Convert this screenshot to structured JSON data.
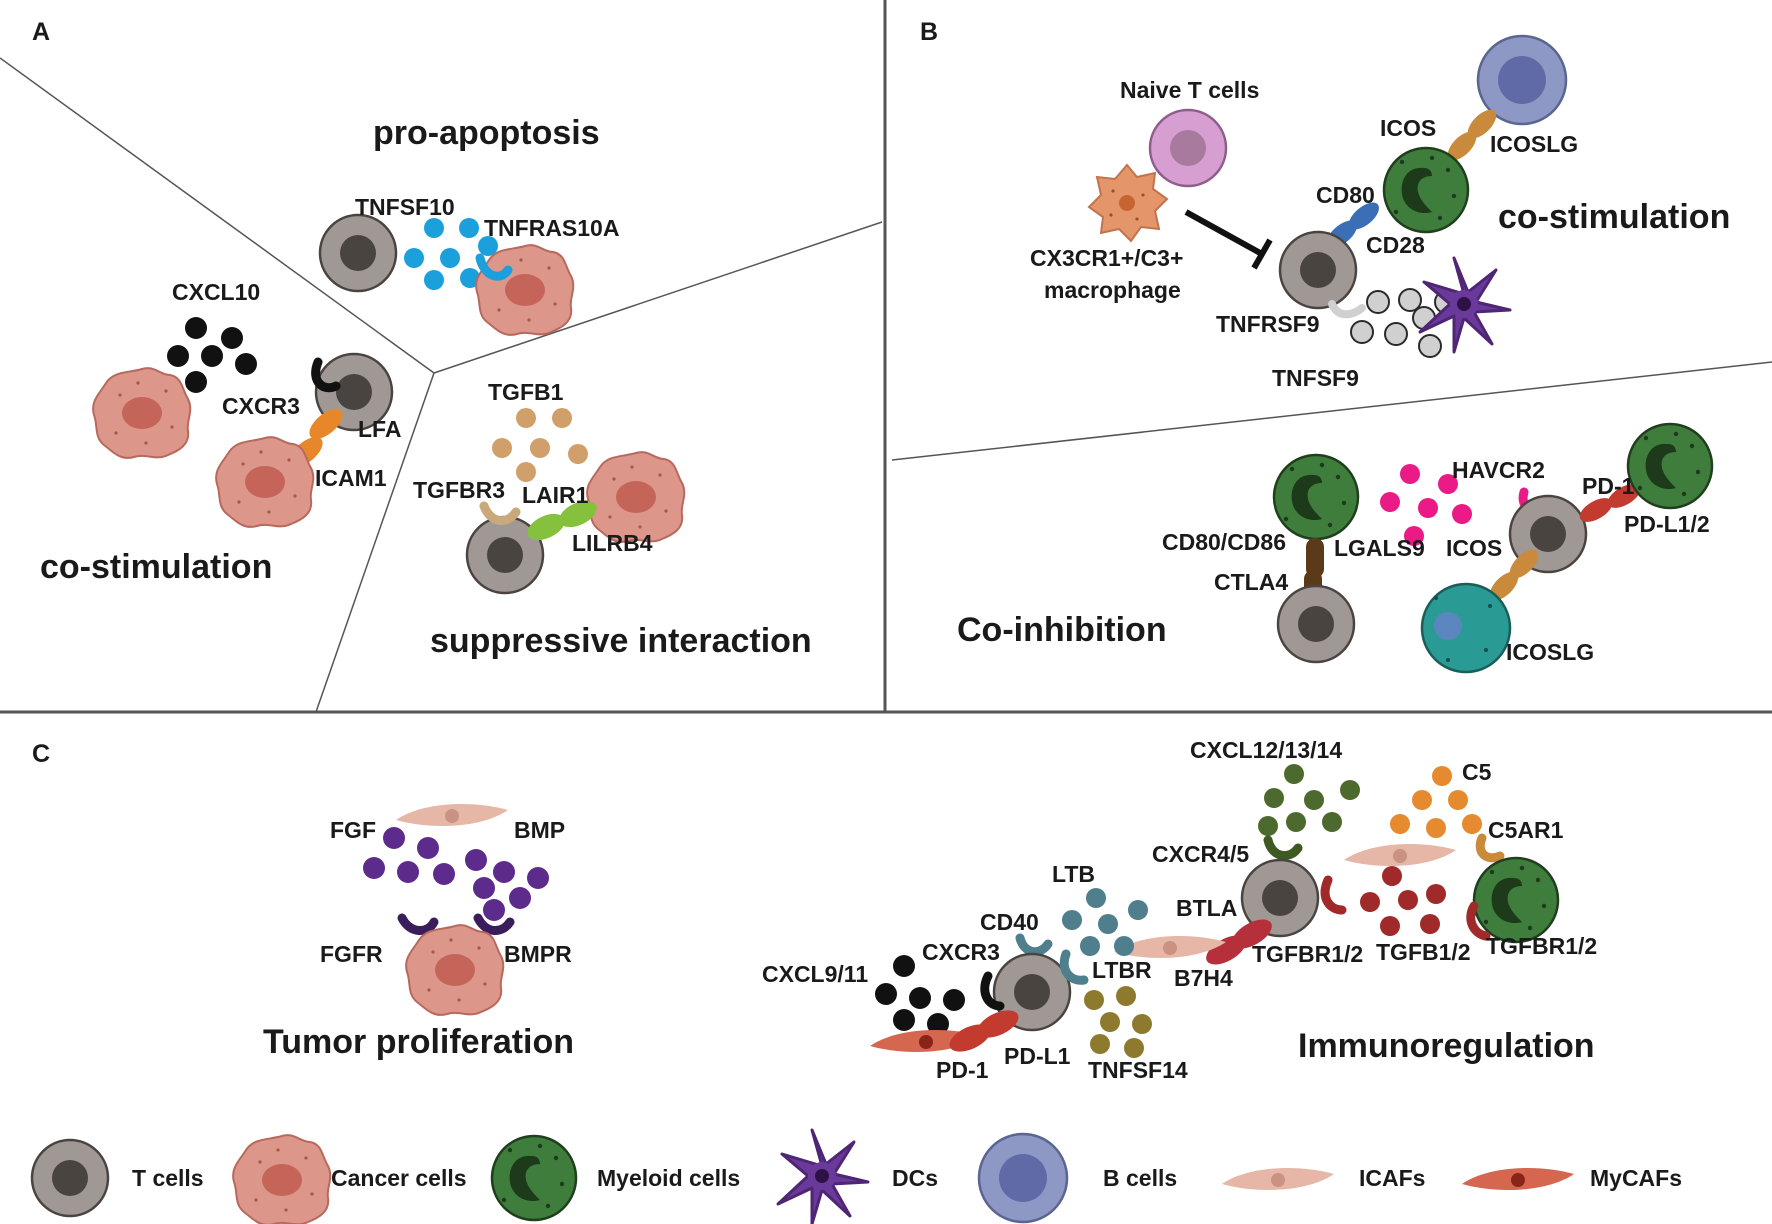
{
  "panels": {
    "a": {
      "label": "A",
      "sections": [
        "pro-apoptosis",
        "co-stimulation",
        "suppressive interaction"
      ],
      "molecules": [
        "TNFSF10",
        "TNFRAS10A",
        "CXCL10",
        "CXCR3",
        "LFA",
        "ICAM1",
        "TGFB1",
        "TGFBR3",
        "LAIR1",
        "LILRB4"
      ]
    },
    "b": {
      "label": "B",
      "sections": [
        "co-stimulation",
        "Co-inhibition"
      ],
      "cells": [
        "Naive T cells",
        "CX3CR1+/C3+",
        "macrophage"
      ],
      "molecules": [
        "ICOS",
        "ICOSLG",
        "CD80",
        "CD28",
        "TNFRSF9",
        "TNFSF9",
        "HAVCR2",
        "PD-1",
        "CD80/CD86",
        "LGALS9",
        "ICOS",
        "PD-L1/2",
        "CTLA4",
        "ICOSLG"
      ]
    },
    "c": {
      "label": "C",
      "sections": [
        "Tumor proliferation",
        "Immunoregulation"
      ],
      "molecules": [
        "FGF",
        "BMP",
        "FGFR",
        "BMPR",
        "CXCL12/13/14",
        "C5",
        "C5AR1",
        "CXCR4/5",
        "LTB",
        "BTLA",
        "CD40",
        "CXCR3",
        "TGFBR1/2",
        "TGFB1/2",
        "TGFBR1/2",
        "CXCL9/11",
        "LTBR",
        "B7H4",
        "PD-1",
        "PD-L1",
        "TNFSF14"
      ]
    }
  },
  "legend": [
    "T cells",
    "Cancer cells",
    "Myeloid cells",
    "DCs",
    "B cells",
    "ICAFs",
    "MyCAFs"
  ]
}
